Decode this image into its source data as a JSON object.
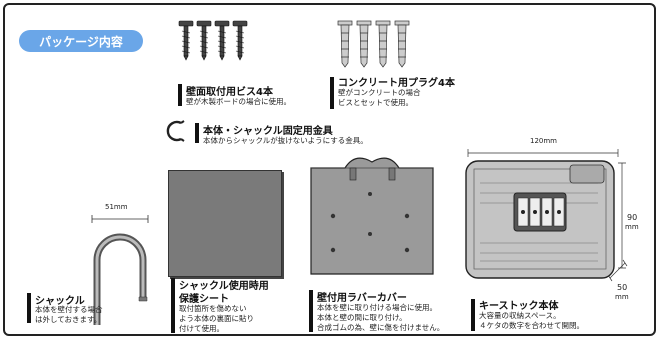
{
  "header": {
    "section_title": "パッケージ内容"
  },
  "items": {
    "wall_screws": {
      "title": "壁面取付用ビス4本",
      "desc": [
        "壁が木製ボードの場合に使用。"
      ]
    },
    "concrete_plugs": {
      "title": "コンクリート用プラグ4本",
      "desc": [
        "壁がコンクリートの場合",
        "ビスとセットで使用。"
      ]
    },
    "fixing_bracket": {
      "title": "本体・シャックル固定用金具",
      "desc": [
        "本体からシャックルが抜けないようにする金具。"
      ]
    },
    "shackle": {
      "title": "シャックル",
      "desc": [
        "本体を壁付する場合",
        "は外しておきます。"
      ],
      "width": "51mm"
    },
    "protect_sheet": {
      "title": [
        "シャックル使用時用",
        "保護シート"
      ],
      "desc": [
        "取付箇所を傷めない",
        "よう本体の裏面に貼り",
        "付けて使用。"
      ]
    },
    "rubber_cover": {
      "title": "壁付用ラバーカバー",
      "desc": [
        "本体を壁に取り付ける場合に使用。",
        "本体と壁の間に取り付け。",
        "合成ゴムの為、壁に傷を付けません。"
      ]
    },
    "key_stock": {
      "title": "キーストック本体",
      "desc": [
        "大容量の収納スペース。",
        "４ケタの数字を合わせて開閉。"
      ],
      "dims": {
        "width": "120mm",
        "height_value": "90",
        "height_unit": "mm",
        "depth_value": "50",
        "depth_unit": "mm"
      }
    }
  },
  "colors": {
    "accent": "#6aa6e8",
    "sheet": "#7a7a7a",
    "cover": "#9a9a9a",
    "body": "#b8b8b8"
  }
}
